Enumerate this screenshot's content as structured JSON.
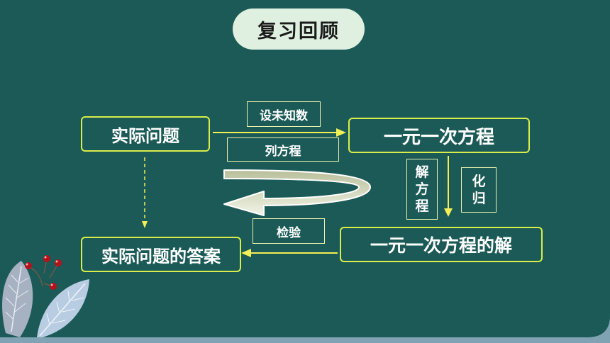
{
  "title": "复习回顾",
  "nodes": {
    "problem": "实际问题",
    "equation": "一元一次方程",
    "solution": "一元一次方程的解",
    "answer": "实际问题的答案"
  },
  "edges": {
    "set_unknown": "设未知数",
    "list_equation": "列方程",
    "solve_chars": [
      "解",
      "方",
      "程"
    ],
    "reduce_chars": [
      "化",
      "归"
    ],
    "verify": "检验"
  },
  "colors": {
    "board": "#1b5a56",
    "border": "#7fa3b3",
    "box_border": "#d9ee4a",
    "arrow": "#f3ef56",
    "pill": "#dff0e1"
  }
}
